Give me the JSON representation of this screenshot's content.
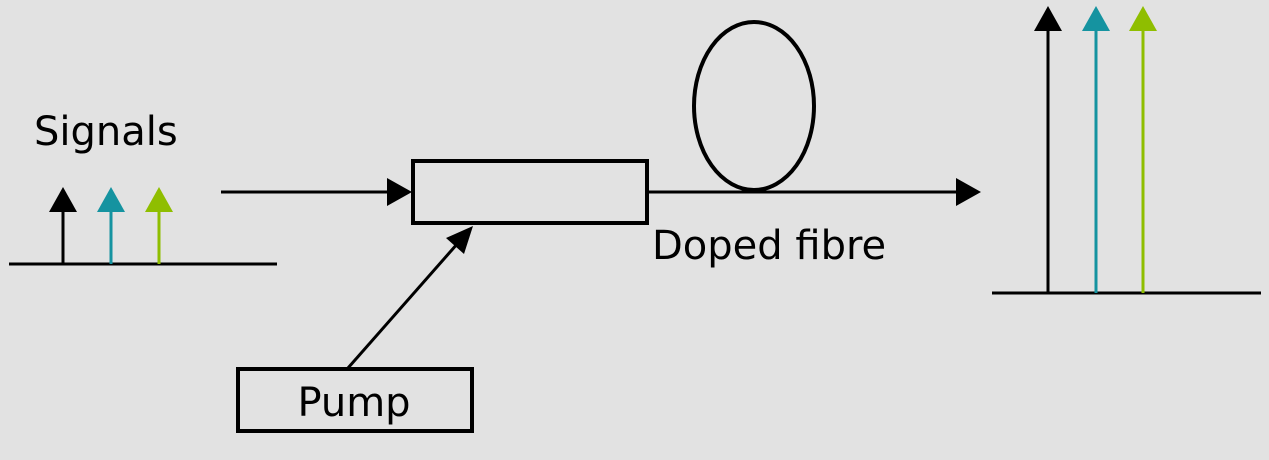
{
  "labels": {
    "signals": "Signals",
    "pump": "Pump",
    "doped_fibre": "Doped fibre"
  },
  "colors": {
    "background": "#e2e2e2",
    "stroke": "#000000",
    "signal_1": "#000000",
    "signal_2": "#1593a0",
    "signal_3": "#8fbe00"
  }
}
